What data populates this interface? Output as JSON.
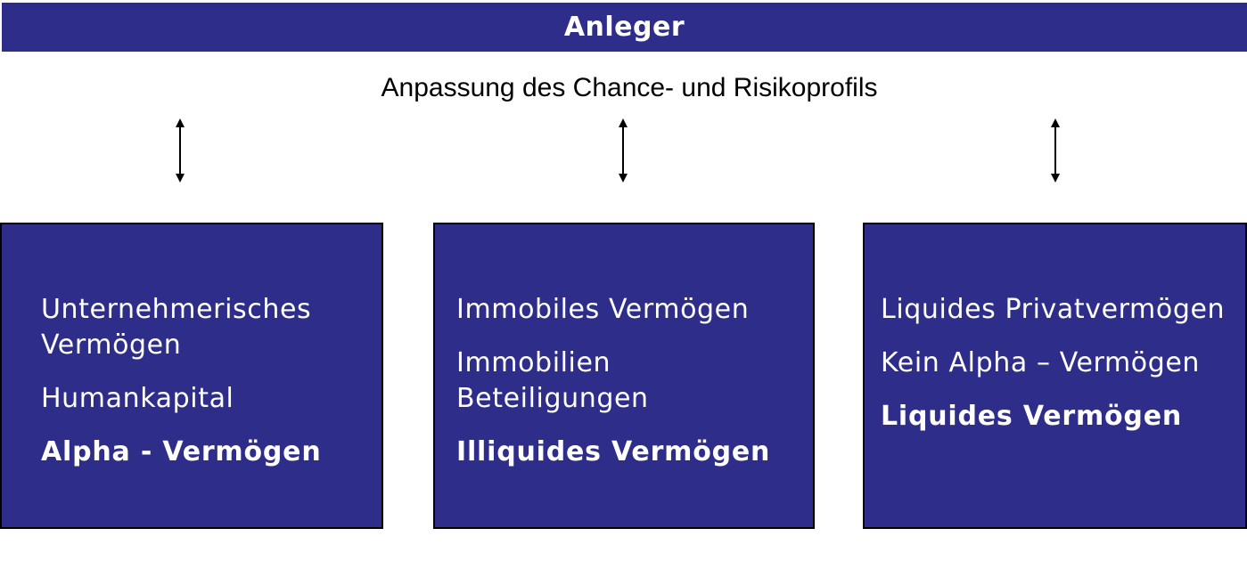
{
  "header": {
    "title": "Anleger"
  },
  "subtitle": "Anpassung des Chance- und Risikoprofils",
  "boxes": [
    {
      "items": [
        "Unternehmerisches Vermögen",
        "Humankapital"
      ],
      "category": "Alpha - Vermögen"
    },
    {
      "items": [
        "Immobiles Vermögen",
        "Immobilien Beteiligungen"
      ],
      "category": "Illiquides Vermögen"
    },
    {
      "items": [
        "Liquides Privatvermögen",
        "Kein Alpha – Vermögen"
      ],
      "category": "Liquides Vermögen"
    }
  ],
  "icons": {
    "connector": "double-headed-arrow-icon"
  },
  "colors": {
    "primary": "#2e2e8a",
    "text_on_primary": "#ffffff"
  }
}
